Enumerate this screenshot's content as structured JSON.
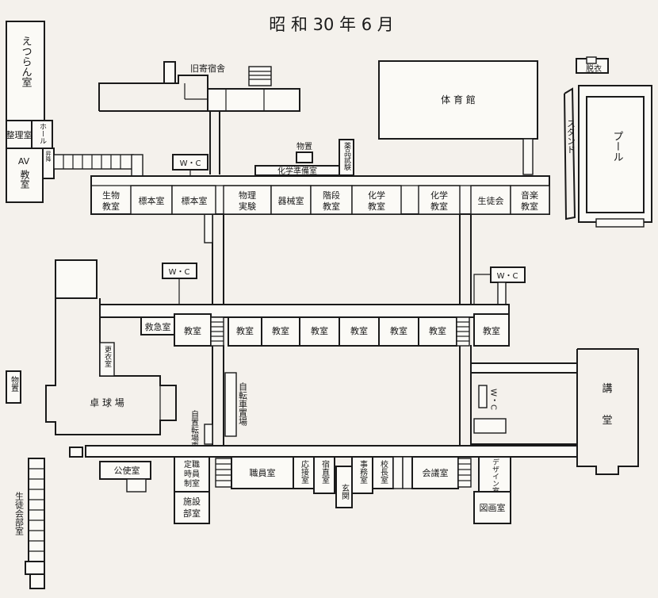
{
  "title": "昭 和 30 年 6 月",
  "rooms": {
    "etsuran": "えつらん室",
    "seiri": "整理室",
    "hall": "ホール",
    "shoko": "昇降",
    "av": "AV",
    "av_kyoshitsu": "教室",
    "kyu_kishukusha": "旧寄宿舎",
    "taiikukan": "体 育 館",
    "datsui": "脱衣",
    "stand": "スタンド",
    "pool": "プール",
    "butsuchi_top": "物置",
    "yakuhin_shiken": "薬品試験",
    "kagaku_junbi": "化学準備室",
    "wc_top": "W・C",
    "seibutsu": "生物",
    "seibutsu2": "教室",
    "hyohon1": "標本室",
    "hyohon2": "標本室",
    "butsuri": "物理",
    "butsuri2": "実験",
    "kikai": "器械室",
    "kaidan": "階段",
    "kaidan2": "教室",
    "kagaku_a": "化学",
    "kagaku_a2": "教室",
    "kagaku_b": "化学",
    "kagaku_b2": "教室",
    "seitokai": "生徒会",
    "ongaku": "音楽",
    "ongaku2": "教室",
    "wc_mid_left": "W・C",
    "wc_mid_right": "W・C",
    "kyukyu": "救急室",
    "kyoshitsu": [
      "教室",
      "教室",
      "教室",
      "教室",
      "教室",
      "教室",
      "教室",
      "教室"
    ],
    "koui": "更衣室",
    "takkyu": "卓 球 場",
    "jitensha": "自転車置場",
    "jitensha2": "自置転場車",
    "butsuchi_left": "物置",
    "kodo": "講",
    "kodo2": "堂",
    "wc_right": "W・C",
    "koshi": "公使室",
    "teiji": "定職",
    "teiji2": "時員",
    "teiji3": "制室",
    "shisetsu": "施設",
    "shisetsu2": "部室",
    "shokuin": "職員室",
    "osetsu": "応接室",
    "shukuchoku": "宿直室",
    "genkan": "玄関",
    "jimu": "事務室",
    "kocho": "校長室",
    "kaigi": "会議室",
    "design": "デザイン室",
    "zuga": "図画室",
    "seitokai_bu": "生徒会部室"
  }
}
